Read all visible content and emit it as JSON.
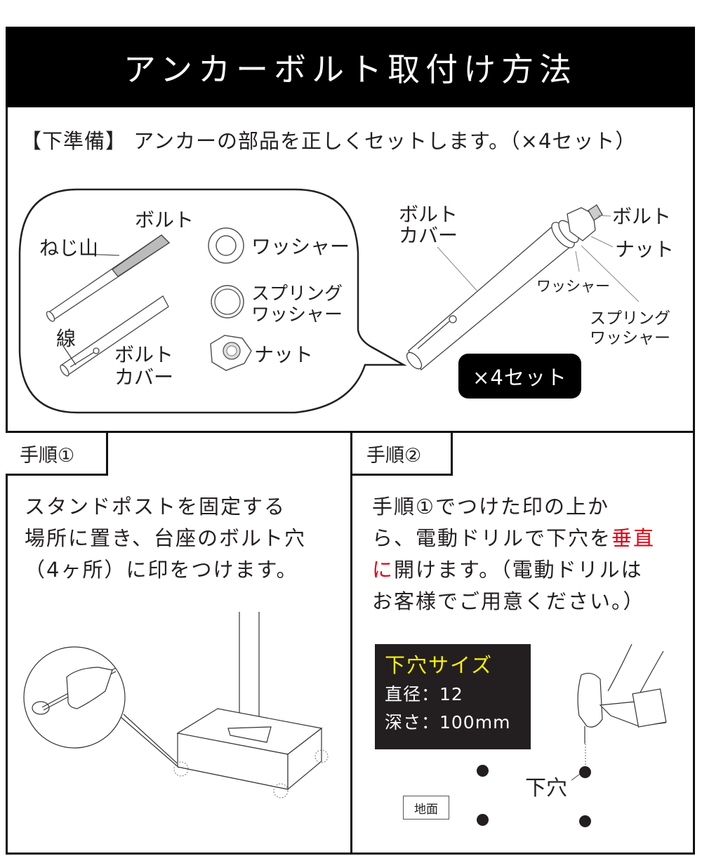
{
  "title": "アンカーボルト取付け方法",
  "prep": {
    "text": "【下準備】 アンカーの部品を正しくセットします。（×4セット）",
    "parts_bubble": {
      "bolt": "ボルト",
      "thread": "ねじ山",
      "line": "線",
      "bolt_cover_1": "ボルト",
      "bolt_cover_2": "カバー",
      "washer": "ワッシャー",
      "spring_washer_1": "スプリング",
      "spring_washer_2": "ワッシャー",
      "nut": "ナット"
    },
    "assembled": {
      "bolt_cover_1": "ボルト",
      "bolt_cover_2": "カバー",
      "bolt": "ボルト",
      "nut": "ナット",
      "washer": "ワッシャー",
      "spring_washer_1": "スプリング",
      "spring_washer_2": "ワッシャー"
    },
    "badge": "×4セット"
  },
  "steps": [
    {
      "tab": "手順①",
      "lines": [
        "スタンドポストを固定する",
        "場所に置き、台座のボルト穴",
        "（4ヶ所）に印をつけます。"
      ]
    },
    {
      "tab": "手順②",
      "line1": "手順①でつけた印の上か",
      "line2_a": "ら、電動ドリルで下穴を",
      "line2_red": "垂直",
      "line3_red": "に",
      "line3_b": "開けます。（電動ドリルは",
      "line4": "お客様でご用意ください。）",
      "size_box": {
        "heading": "下穴サイズ",
        "diameter": "直径：12",
        "depth": "深さ：100mm"
      },
      "hole_label": "下穴",
      "ground_label": "地面"
    }
  ],
  "colors": {
    "accent_red": "#e60012",
    "heading_yellow": "#fff200",
    "dark": "#231f20"
  }
}
